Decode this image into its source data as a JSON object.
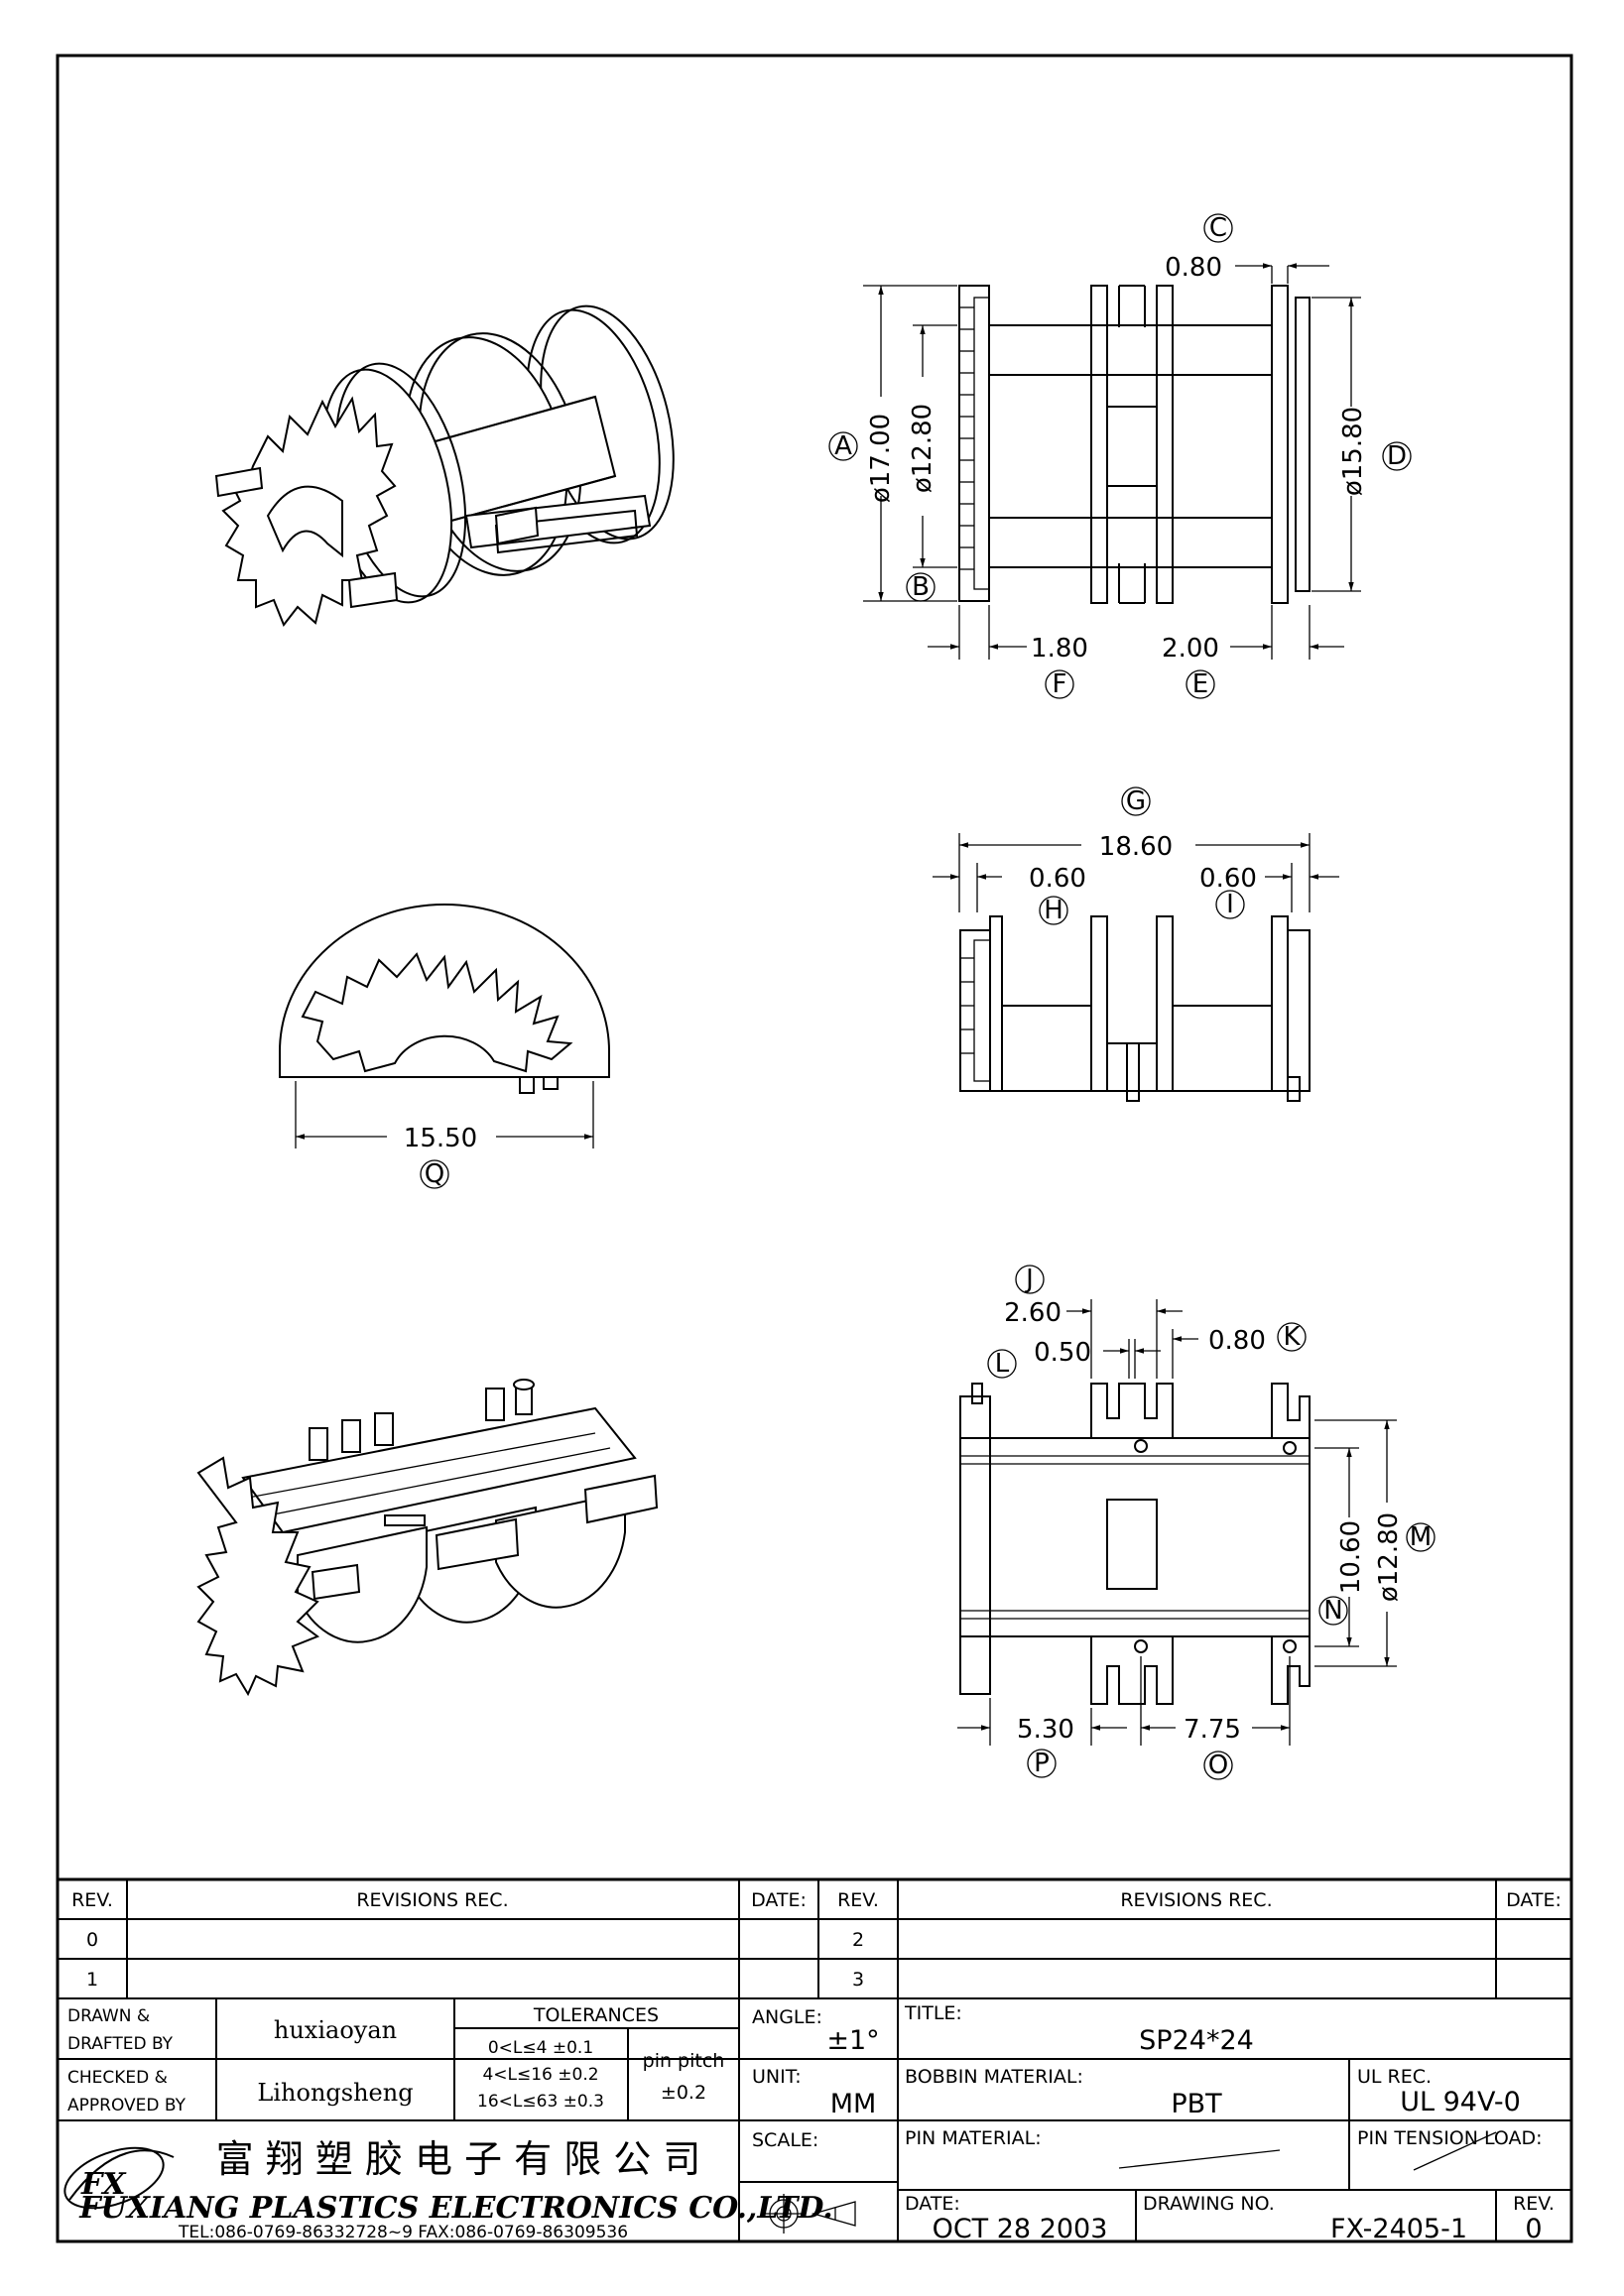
{
  "dimensions": {
    "A": {
      "letter": "A",
      "value": "ø17.00"
    },
    "B": {
      "letter": "B",
      "value": "ø12.80"
    },
    "C": {
      "letter": "C",
      "value": "0.80"
    },
    "D": {
      "letter": "D",
      "value": "ø15.80"
    },
    "E": {
      "letter": "E",
      "value": "2.00"
    },
    "F": {
      "letter": "F",
      "value": "1.80"
    },
    "G": {
      "letter": "G",
      "value": "18.60"
    },
    "H": {
      "letter": "H",
      "value": "0.60"
    },
    "I": {
      "letter": "I",
      "value": "0.60"
    },
    "J": {
      "letter": "J",
      "value": "2.60"
    },
    "K": {
      "letter": "K",
      "value": "0.80"
    },
    "L": {
      "letter": "L",
      "value": "0.50"
    },
    "M": {
      "letter": "M",
      "value": "ø12.80"
    },
    "N": {
      "letter": "N",
      "value": "10.60"
    },
    "O": {
      "letter": "O",
      "value": "7.75"
    },
    "P": {
      "letter": "P",
      "value": "5.30"
    },
    "Q": {
      "letter": "Q",
      "value": "15.50"
    }
  },
  "title_block": {
    "rev_header": "REV.",
    "revisions_header": "REVISIONS   REC.",
    "date_header": "DATE:",
    "rev_rows_left": [
      "0",
      "1"
    ],
    "rev_rows_right": [
      "2",
      "3"
    ],
    "drawn_label_1": "DRAWN &",
    "drawn_label_2": "DRAFTED BY",
    "drawn_by": "huxiaoyan",
    "checked_label_1": "CHECKED &",
    "checked_label_2": "APPROVED BY",
    "checked_by": "Lihongsheng",
    "tolerances_header": "TOLERANCES",
    "tolerance_rows": [
      "0<L≤4    ±0.1",
      "4<L≤16  ±0.2",
      "16<L≤63  ±0.3"
    ],
    "pin_pitch_label": "pin pitch",
    "pin_pitch_value": "±0.2",
    "angle_label": "ANGLE:",
    "angle_value": "±1°",
    "unit_label": "UNIT:",
    "unit_value": "MM",
    "scale_label": "SCALE:",
    "title_label": "TITLE:",
    "title_value": "SP24*24",
    "bobbin_material_label": "BOBBIN MATERIAL:",
    "bobbin_material_value": "PBT",
    "ul_rec_label": "UL REC.",
    "ul_rec_value": "UL 94V-0",
    "pin_material_label": "PIN MATERIAL:",
    "pin_tension_label": "PIN TENSION LOAD:",
    "date_label": "DATE:",
    "date_value": "OCT 28 2003",
    "drawing_no_label": "DRAWING NO.",
    "drawing_no_value": "FX-2405-1",
    "rev_label": "REV.",
    "rev_value": "0",
    "company_cn": "富 翔 塑 胶 电 子 有 限 公 司",
    "company_en": "FUXIANG PLASTICS ELECTRONICS CO.,LTD.",
    "company_contact": "TEL:086-0769-86332728~9  FAX:086-0769-86309536",
    "logo_text": "FX"
  }
}
